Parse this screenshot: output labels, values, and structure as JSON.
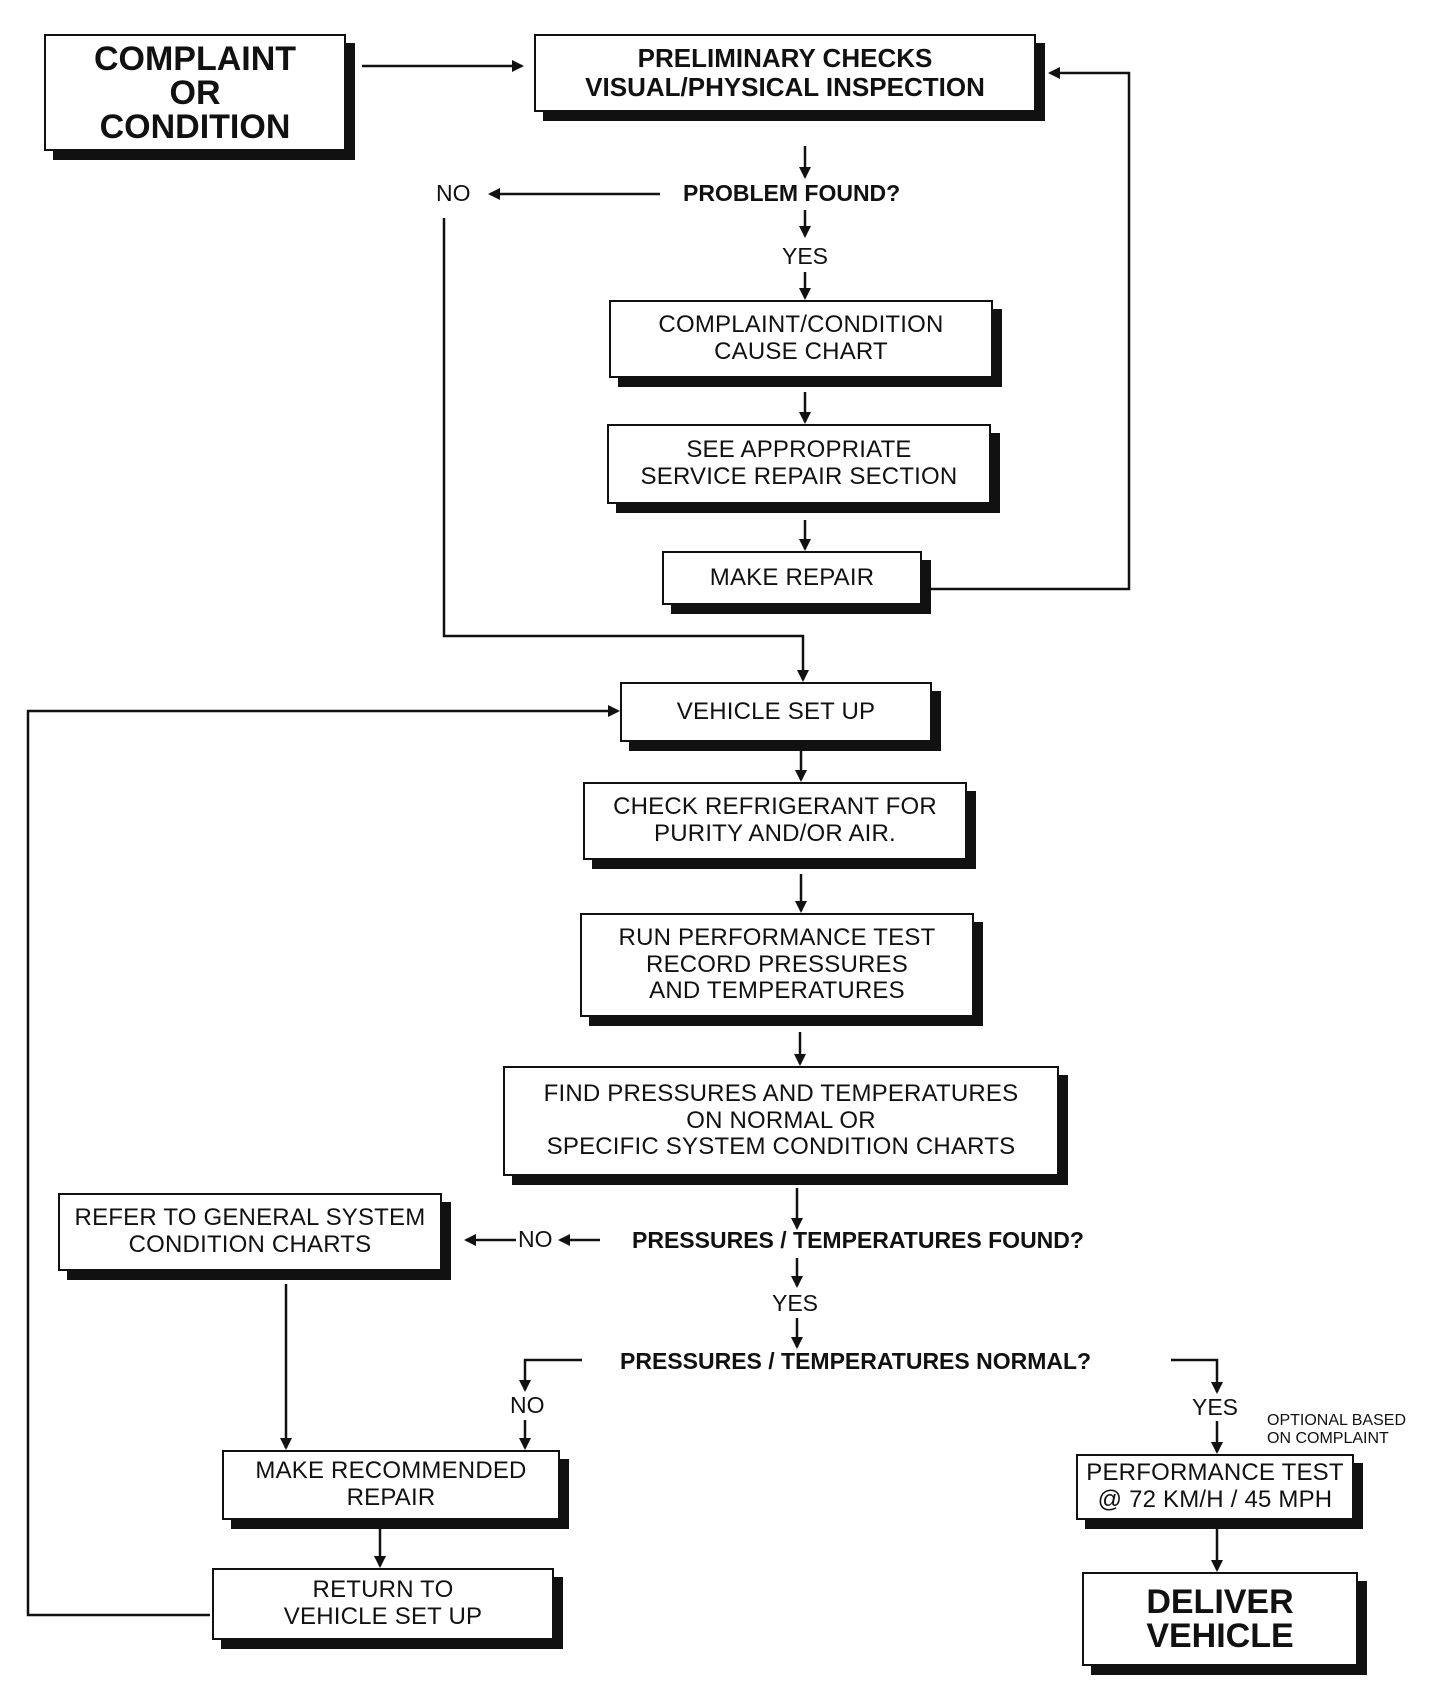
{
  "boxes": {
    "complaint": [
      "COMPLAINT",
      "OR",
      "CONDITION"
    ],
    "preliminary": [
      "PRELIMINARY CHECKS",
      "VISUAL/PHYSICAL INSPECTION"
    ],
    "cause_chart": [
      "COMPLAINT/CONDITION",
      "CAUSE CHART"
    ],
    "see_section": [
      "SEE APPROPRIATE",
      "SERVICE REPAIR  SECTION"
    ],
    "make_repair": [
      "MAKE REPAIR"
    ],
    "vehicle_setup": [
      "VEHICLE SET UP"
    ],
    "check_refrigerant": [
      "CHECK REFRIGERANT FOR",
      "PURITY AND/OR AIR."
    ],
    "run_test": [
      "RUN PERFORMANCE TEST",
      "RECORD PRESSURES",
      "AND TEMPERATURES"
    ],
    "find_pressures": [
      "FIND PRESSURES AND TEMPERATURES",
      "ON NORMAL OR",
      "SPECIFIC SYSTEM CONDITION CHARTS"
    ],
    "refer_general": [
      "REFER TO  GENERAL SYSTEM",
      "CONDITION CHARTS"
    ],
    "make_recommended": [
      "MAKE RECOMMENDED",
      "REPAIR"
    ],
    "return_setup": [
      "RETURN TO",
      "VEHICLE SET UP"
    ],
    "performance_test": [
      "PERFORMANCE TEST",
      "@ 72 KM/H / 45 MPH"
    ],
    "deliver": [
      "DELIVER",
      "VEHICLE"
    ]
  },
  "questions": {
    "problem_found": "PROBLEM FOUND?",
    "pt_found": "PRESSURES / TEMPERATURES FOUND?",
    "pt_normal": "PRESSURES / TEMPERATURES NORMAL?"
  },
  "labels": {
    "no": "NO",
    "yes": "YES",
    "optional_note": [
      "OPTIONAL BASED",
      "ON COMPLAINT"
    ]
  }
}
